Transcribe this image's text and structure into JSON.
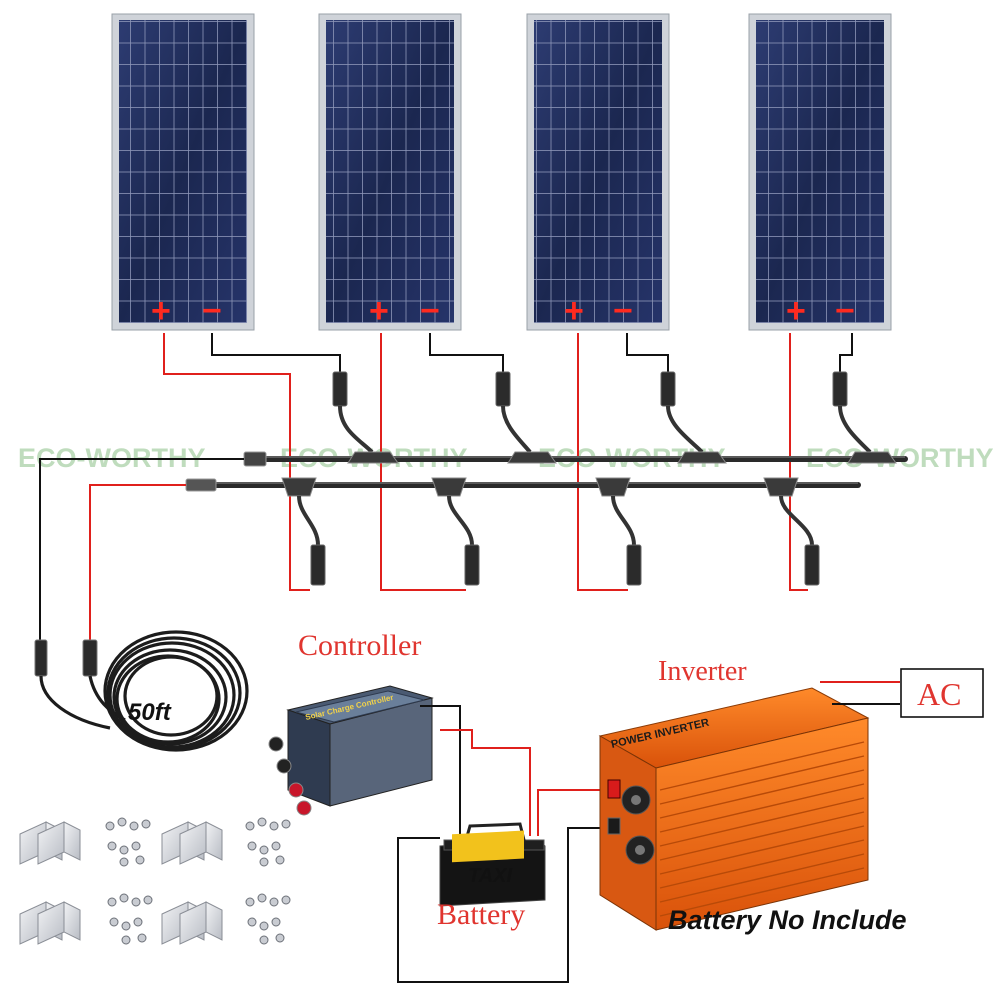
{
  "watermark": "ECO-WORTHY",
  "panels": [
    {
      "plus": "+",
      "minus": "−"
    },
    {
      "plus": "+",
      "minus": "−"
    },
    {
      "plus": "+",
      "minus": "−"
    },
    {
      "plus": "+",
      "minus": "−"
    }
  ],
  "cable": {
    "length": "50ft"
  },
  "labels": {
    "controller": "Controller",
    "inverter": "Inverter",
    "ac": "AC",
    "battery": "Battery",
    "note": "Battery No Include"
  },
  "controller_device": {
    "face_text": "Solar Charge Controller"
  },
  "inverter_device": {
    "face_text": "POWER INVERTER"
  },
  "battery_device": {
    "brand": "TAXI"
  },
  "colors": {
    "positive_wire": "#e0201c",
    "negative_wire": "#111111",
    "label_red": "#e0352f",
    "inverter_orange": "#f06a12",
    "panel_cell": "#1f2c5a",
    "watermark": "#b9d9b6"
  }
}
